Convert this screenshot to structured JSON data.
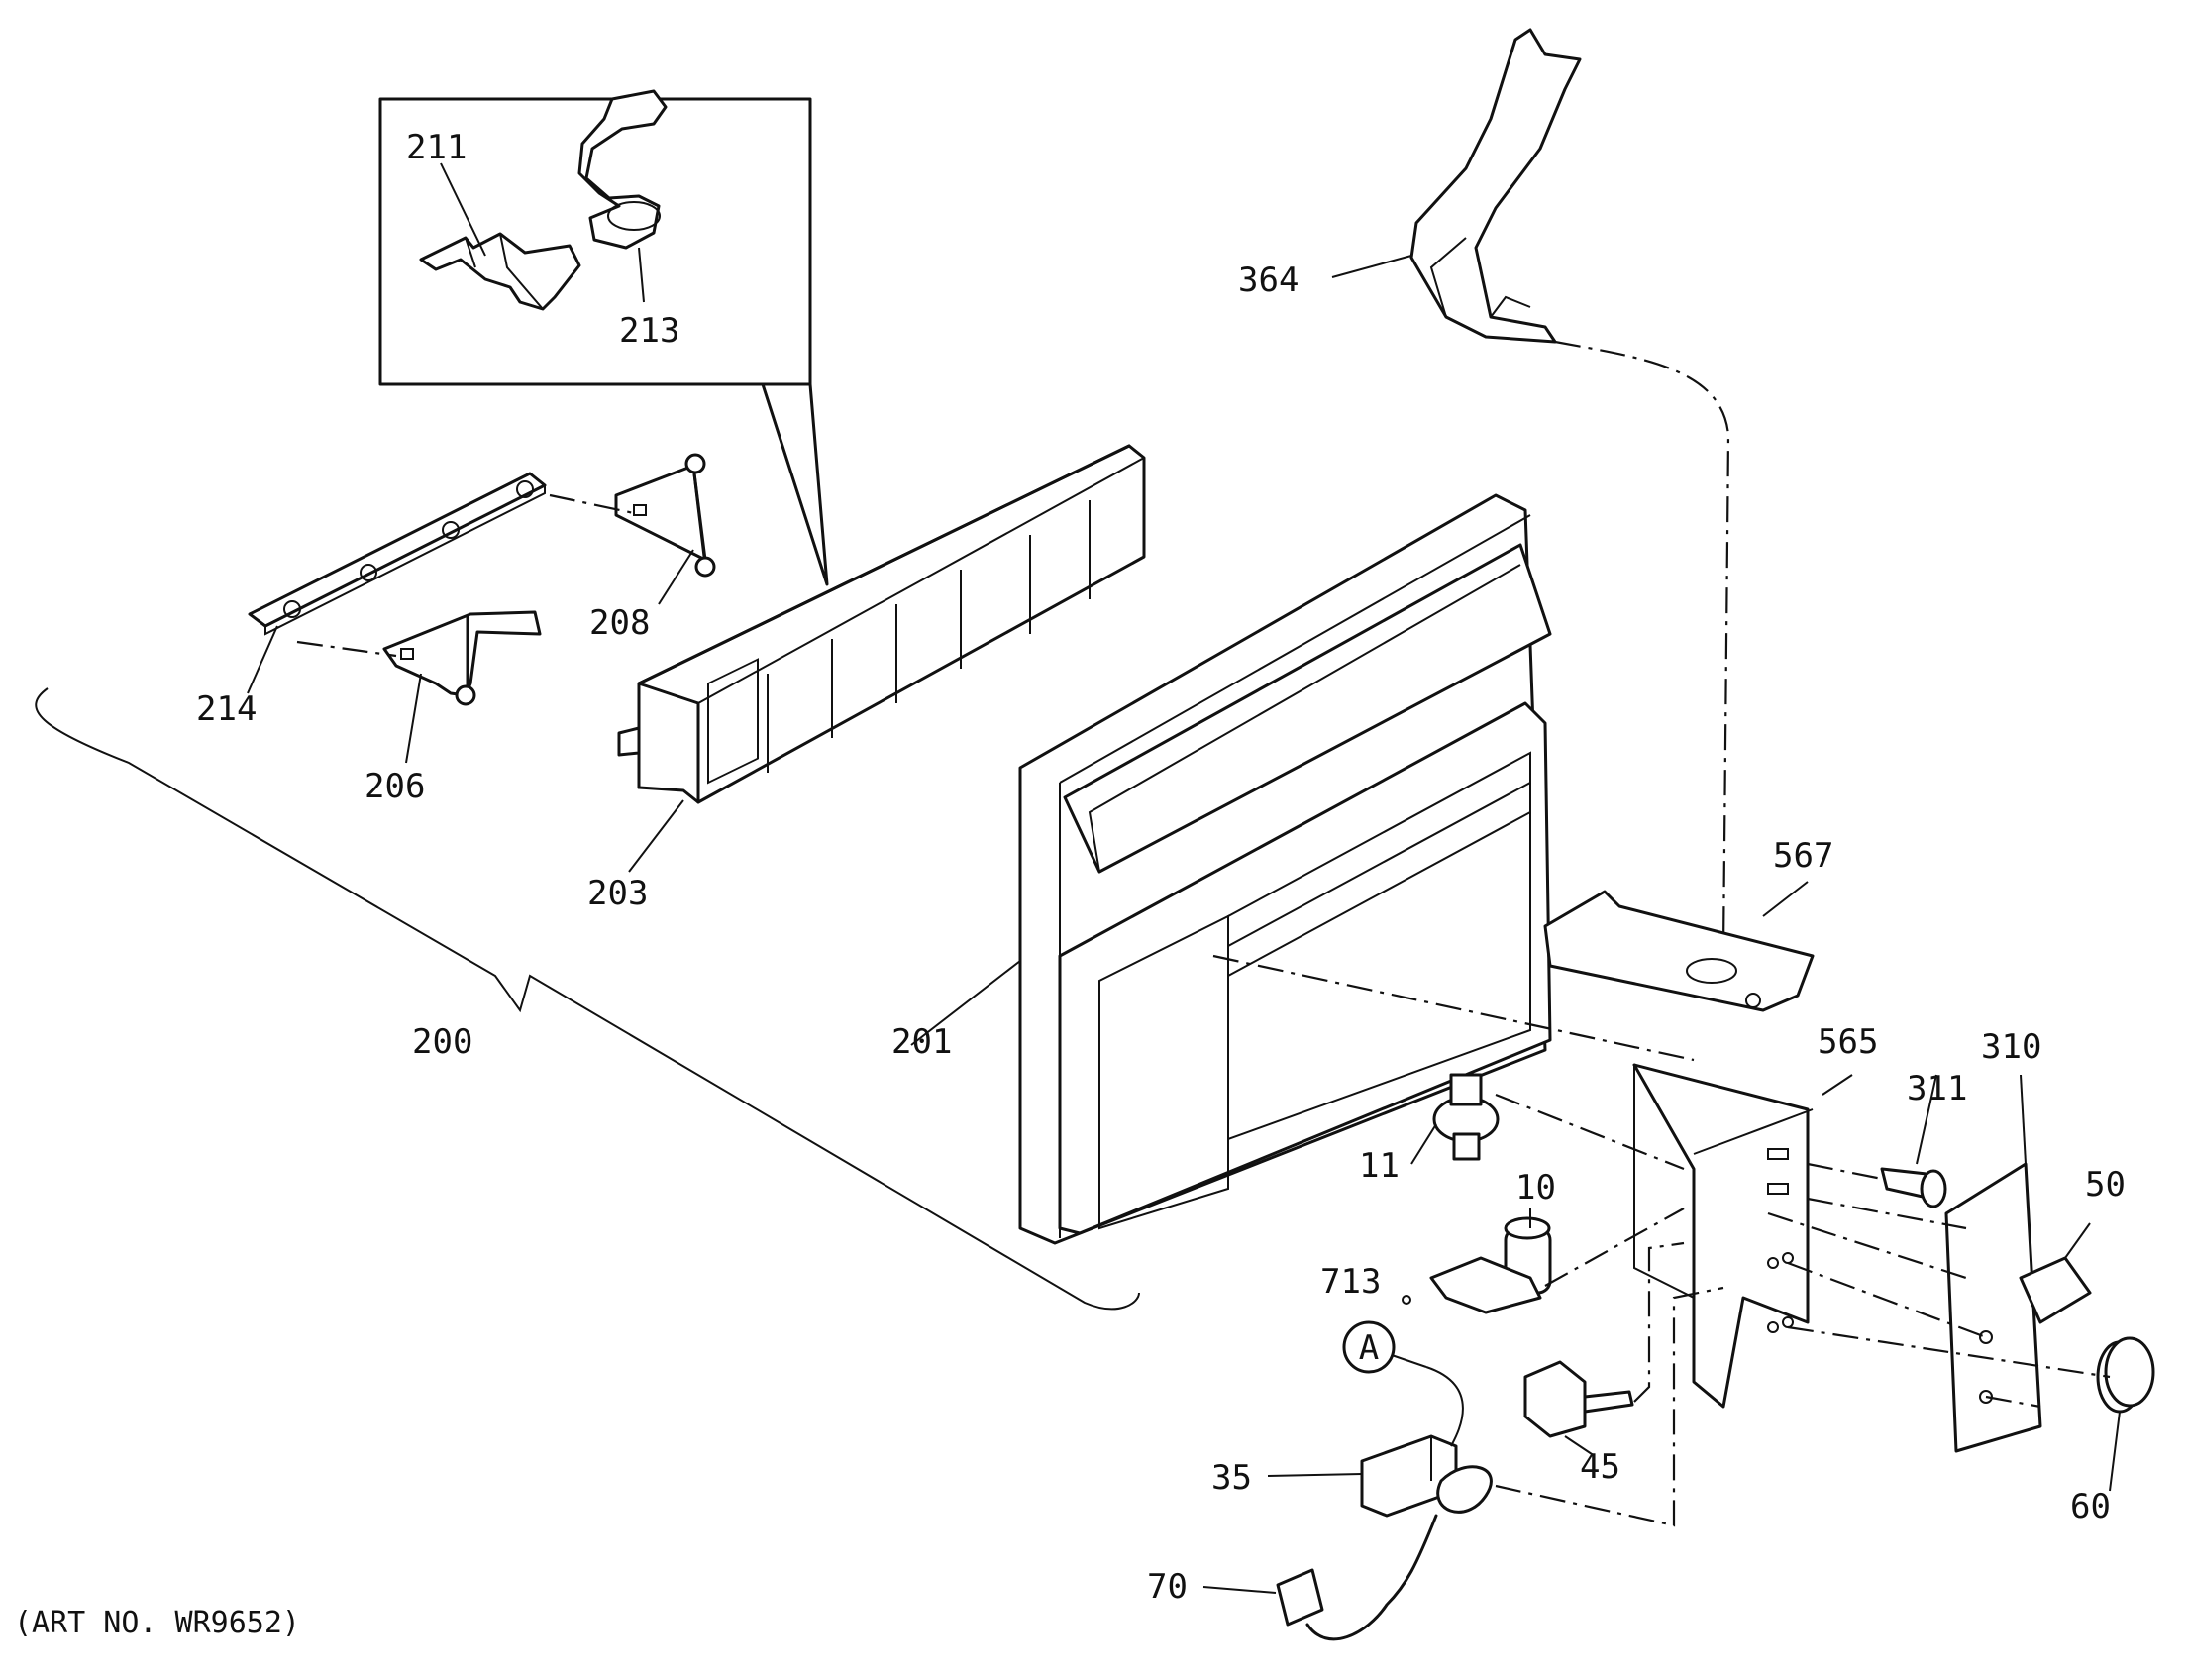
{
  "diagram": {
    "art_number": "(ART NO. WR9652)",
    "callout_letter": "A",
    "part_labels": {
      "p200": "200",
      "p201": "201",
      "p203": "203",
      "p206": "206",
      "p208": "208",
      "p211": "211",
      "p213": "213",
      "p214": "214",
      "p364": "364",
      "p567": "567",
      "p565": "565",
      "p311": "311",
      "p310": "310",
      "p11": "11",
      "p10": "10",
      "p50": "50",
      "p713": "713",
      "p45": "45",
      "p35": "35",
      "p60": "60",
      "p70": "70"
    }
  }
}
